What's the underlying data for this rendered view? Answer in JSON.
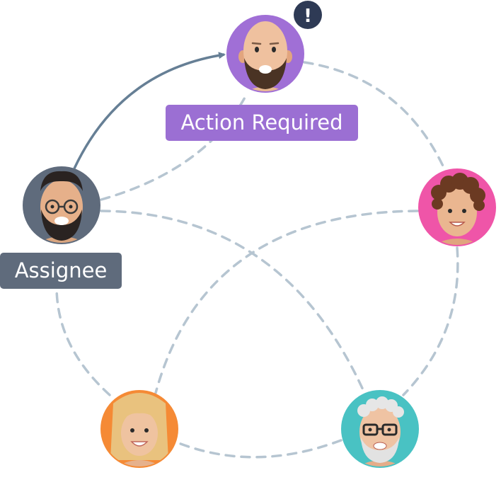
{
  "labels": {
    "action_required": "Action Required",
    "assignee": "Assignee"
  },
  "colors": {
    "action_label_bg": "#9b6fd3",
    "assignee_label_bg": "#5f6b7c",
    "dashed_connector": "#b6c5d1",
    "assignment_arrow": "#667f95",
    "alert_badge": "#2e3a55",
    "avatar_top": "#a06fd6",
    "avatar_left": "#5f6b7c",
    "avatar_right": "#ef55a8",
    "avatar_bottom_left": "#f58a35",
    "avatar_bottom_right": "#49c2c3"
  },
  "avatars": [
    {
      "id": "top",
      "description": "bald-bearded-man-memoji",
      "color_key": "avatar_top",
      "has_alert": true
    },
    {
      "id": "left",
      "description": "bearded-man-with-glasses-memoji",
      "color_key": "avatar_left",
      "has_alert": false
    },
    {
      "id": "right",
      "description": "curly-haired-boy-memoji",
      "color_key": "avatar_right",
      "has_alert": false
    },
    {
      "id": "bottom-left",
      "description": "blonde-woman-memoji",
      "color_key": "avatar_bottom_left",
      "has_alert": false
    },
    {
      "id": "bottom-right",
      "description": "grey-haired-man-with-glasses-memoji",
      "color_key": "avatar_bottom_right",
      "has_alert": false
    }
  ],
  "alert_badge": {
    "symbol": "!"
  }
}
